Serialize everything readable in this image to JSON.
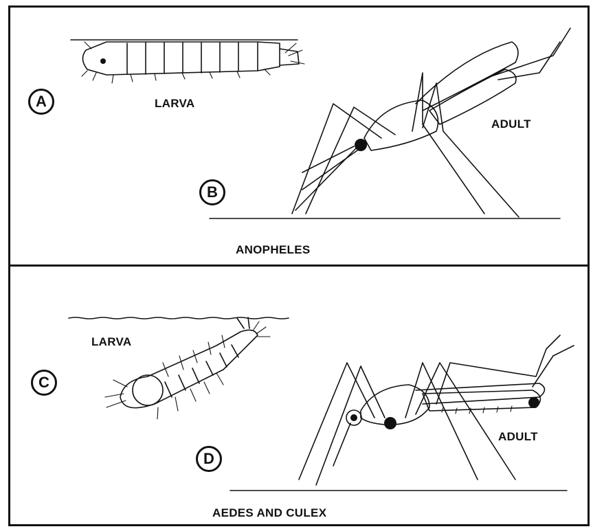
{
  "panels": {
    "top": {
      "badge_larva": "A",
      "badge_adult": "B",
      "larva_label": "LARVA",
      "adult_label": "ADULT",
      "caption": "ANOPHELES"
    },
    "bottom": {
      "badge_larva": "C",
      "badge_adult": "D",
      "larva_label": "LARVA",
      "adult_label": "ADULT",
      "caption": "AEDES AND CULEX"
    }
  },
  "icons": {
    "top_larva": "anopheles-larva-drawing",
    "top_adult": "anopheles-adult-drawing",
    "bottom_larva": "culex-larva-drawing",
    "bottom_adult": "aedes-culex-adult-drawing"
  }
}
